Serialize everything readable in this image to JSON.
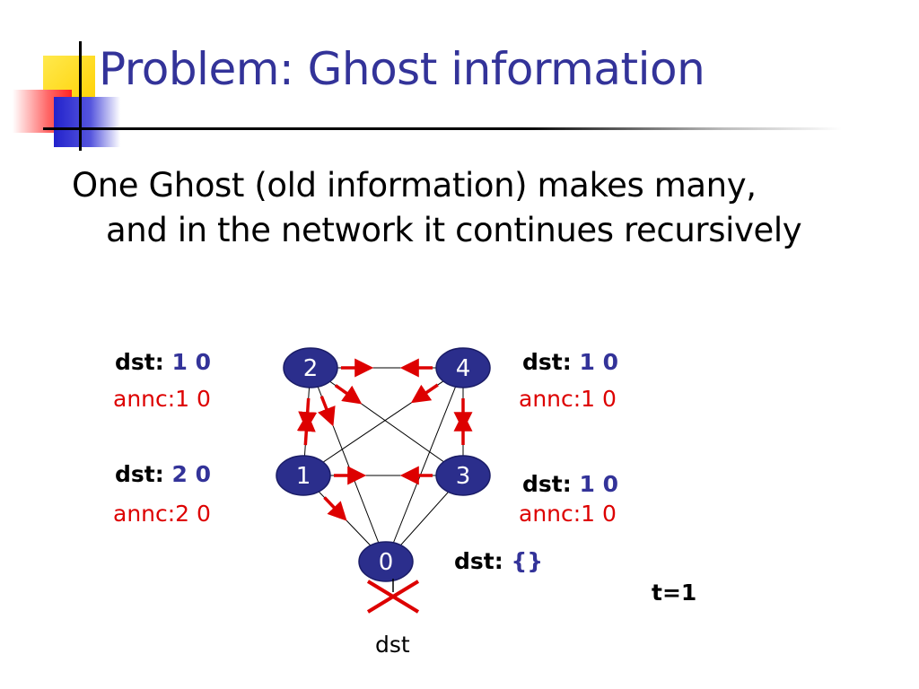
{
  "slide": {
    "title": "Problem: Ghost information",
    "body": {
      "line1": "One Ghost (old information) makes many,",
      "line2": "and in the network it continues recursively"
    },
    "colors": {
      "title": "#333399",
      "node_fill": "#2b2e8c",
      "arrow": "#dd0000",
      "annc_text": "#dd0000",
      "deco_yellow": "#ffd800",
      "deco_red": "#ff3333",
      "deco_blue": "#3333cc"
    }
  },
  "diagram": {
    "nodes": [
      {
        "id": "n2",
        "label": "2"
      },
      {
        "id": "n4",
        "label": "4"
      },
      {
        "id": "n1",
        "label": "1"
      },
      {
        "id": "n3",
        "label": "3"
      },
      {
        "id": "n0",
        "label": "0"
      }
    ],
    "edges": [
      [
        "2",
        "4"
      ],
      [
        "2",
        "1"
      ],
      [
        "2",
        "3"
      ],
      [
        "2",
        "0"
      ],
      [
        "4",
        "1"
      ],
      [
        "4",
        "3"
      ],
      [
        "4",
        "0"
      ],
      [
        "1",
        "3"
      ],
      [
        "1",
        "0"
      ],
      [
        "3",
        "0"
      ]
    ],
    "ghost_arrows": [
      [
        "2",
        "4"
      ],
      [
        "4",
        "2"
      ],
      [
        "2",
        "1"
      ],
      [
        "1",
        "2"
      ],
      [
        "2",
        "3"
      ],
      [
        "2",
        "0"
      ],
      [
        "4",
        "1"
      ],
      [
        "4",
        "3"
      ],
      [
        "3",
        "4"
      ],
      [
        "1",
        "3"
      ],
      [
        "3",
        "1"
      ],
      [
        "1",
        "0"
      ]
    ],
    "dst_label": "dst",
    "broken_link": "dst-cross"
  },
  "annotations": {
    "n2": {
      "dst_prefix": "dst:",
      "dst_a": "1",
      "dst_b": "0",
      "annc": "annc:1 0"
    },
    "n4": {
      "dst_prefix": "dst:",
      "dst_a": "1",
      "dst_b": "0",
      "annc": "annc:1 0"
    },
    "n1": {
      "dst_prefix": "dst:",
      "dst_a": "2",
      "dst_b": "0",
      "annc": "annc:2 0"
    },
    "n3": {
      "dst_prefix": "dst:",
      "dst_a": "1",
      "dst_b": "0",
      "annc": "annc:1 0"
    },
    "n0": {
      "dst_prefix": "dst:",
      "dst_value": "{}"
    },
    "time": "t=1"
  }
}
